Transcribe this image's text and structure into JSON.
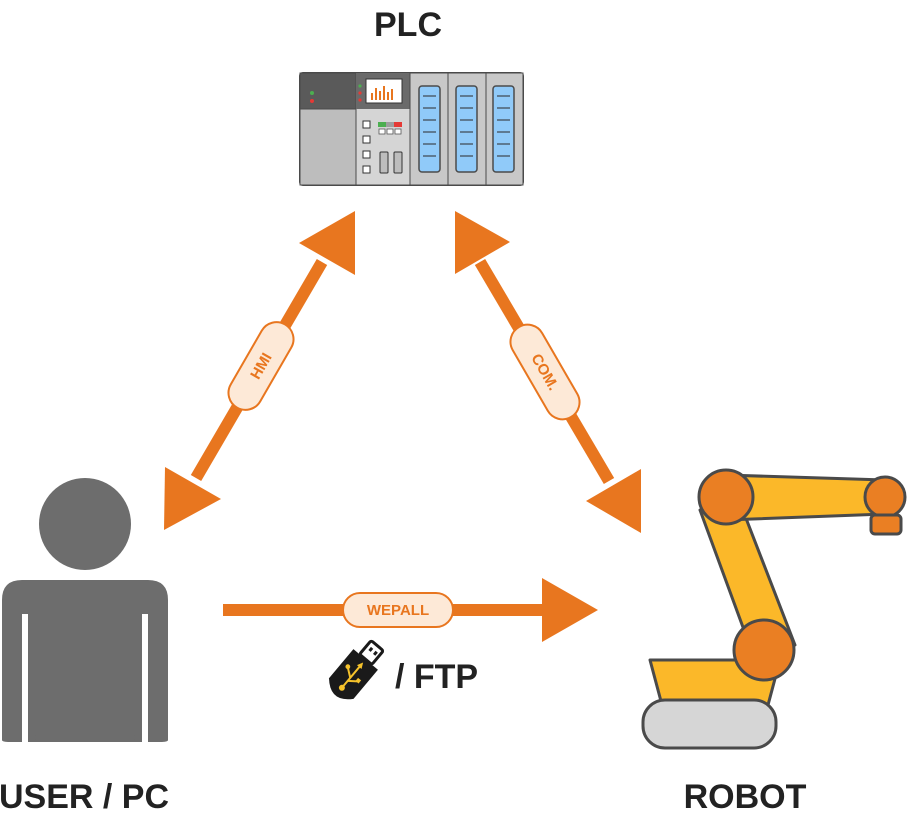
{
  "nodes": {
    "plc": {
      "label": "PLC"
    },
    "user": {
      "label": "USER / PC"
    },
    "robot": {
      "label": "ROBOT"
    }
  },
  "connections": {
    "hmi": {
      "label": "HMI"
    },
    "com": {
      "label": "COM."
    },
    "wepall": {
      "label": "WEPALL"
    },
    "ftp": {
      "label": "/ FTP"
    }
  },
  "icons": {
    "plc": "plc-rack-icon",
    "user": "person-icon",
    "robot": "robot-arm-icon",
    "usb": "usb-stick-icon"
  },
  "colors": {
    "arrow": "#e8761f",
    "robot_yellow": "#fbb829",
    "robot_joint": "#ea7f23",
    "person": "#6d6d6d",
    "label": "#222222"
  }
}
